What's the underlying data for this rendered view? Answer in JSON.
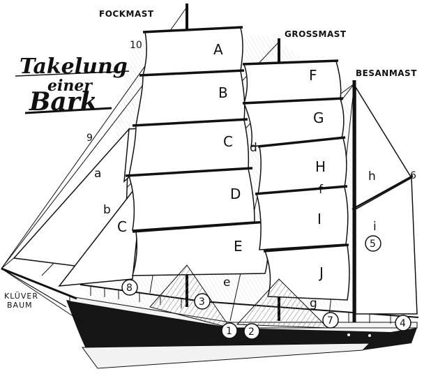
{
  "title": {
    "line1": "Takelung",
    "line2": "einer",
    "line3": "Bark"
  },
  "masts": {
    "fore": "FOCKMAST",
    "main": "GROSSMAST",
    "mizzen": "BESANMAST"
  },
  "kluverbaum": {
    "line1": "KLÜVER",
    "line2": "BAUM"
  },
  "sails": {
    "A": "A",
    "B": "B",
    "C": "C",
    "D": "D",
    "E": "E",
    "F": "F",
    "G": "G",
    "H": "H",
    "I": "I",
    "J": "J",
    "a": "a",
    "b": "b",
    "Cjib": "C",
    "d": "d",
    "e": "e",
    "f": "f",
    "g": "g",
    "h": "h",
    "i": "i"
  },
  "numbers": {
    "n1": "1",
    "n2": "2",
    "n3": "3",
    "n4": "4",
    "n5": "5",
    "n6": "6",
    "n7": "7",
    "n8": "8",
    "n9": "9",
    "n10": "10"
  },
  "colors": {
    "ink": "#111111",
    "sail": "#ffffff",
    "hull": "#161616",
    "hatch": "#7a7a7a"
  }
}
